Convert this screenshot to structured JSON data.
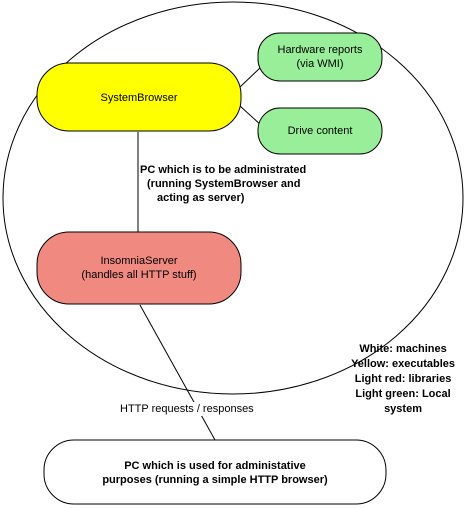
{
  "nodes": {
    "system_browser": {
      "label": "SystemBrowser",
      "fill": "#ffff00"
    },
    "hardware_reports": {
      "line1": "Hardware reports",
      "line2": "(via WMI)",
      "fill": "#99ee99"
    },
    "drive_content": {
      "label": "Drive content",
      "fill": "#99ee99"
    },
    "insomnia_server": {
      "line1": "InsomniaServer",
      "line2": "(handles all HTTP stuff)",
      "fill": "#f08a80"
    },
    "admin_pc": {
      "line1": "PC which is used for administative",
      "line2": "purposes  (running a simple HTTP browser)",
      "fill": "#ffffff"
    }
  },
  "annotations": {
    "server_pc": {
      "line1": "PC which is to be administrated",
      "line2": "(running SystemBrowser and",
      "line3": "acting as server)"
    },
    "http_link": "HTTP requests / responses"
  },
  "legend": {
    "l1": "White: machines",
    "l2": "Yellow: executables",
    "l3": "Light red: libraries",
    "l4": "Light green: Local",
    "l5": "system"
  }
}
